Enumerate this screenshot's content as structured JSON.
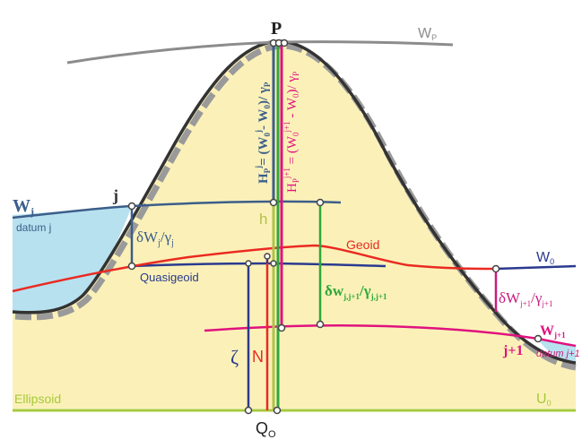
{
  "colors": {
    "terrain": "#fbf1b8",
    "sea": "#b7e1ef",
    "topo": "#333333",
    "topo_shadow": "#9a9a9a",
    "wp": "#8c8c8c",
    "level_j": "#3c5e8a",
    "level_j1": "#e0127f",
    "geoid": "#ea2a22",
    "quasigeoid": "#2b3a8f",
    "ellipsoid": "#a7c93a",
    "green": "#2fa83a",
    "orthometric": "#b0c24a",
    "magenta": "#c81d7d"
  },
  "labels": {
    "P": "P",
    "Wp_main": "W",
    "Wp_sub": "P",
    "Wj_main": "W",
    "Wj_sub": "j",
    "datum_j": "datum j",
    "j": "j",
    "dWj_main": "δW",
    "dWj_sub1": "j",
    "dWj_slash": "/γ",
    "dWj_sub2": "j",
    "h": "h",
    "geoid": "Geoid",
    "W0_main": "W",
    "W0_sub": "0",
    "quasigeoid": "Quasigeoid",
    "dWjj1_main": "δw",
    "dWjj1_sub1": "j,j+1",
    "dWjj1_slash": "/γ",
    "dWjj1_sub2": "j,j+1",
    "dWj1_main": "δW",
    "dWj1_sub1": "j+1",
    "dWj1_slash": "/γ",
    "dWj1_sub2": "j+1",
    "Wj1_main": "W",
    "Wj1_sub": "j+1",
    "j1": "j+1",
    "datum_j1": "datum j+1",
    "zeta": "ζ",
    "N": "N",
    "ellipsoid": "Ellipsoid",
    "U0_main": "U",
    "U0_sub": "0",
    "Q_main": "Q",
    "Q_sub": "O",
    "Hj_H": "H",
    "Hj_sub": "P",
    "Hj_sup": "j",
    "Hj_expr": "= (W",
    "Hj_expr_sub": "0",
    "Hj_expr_sup": "j",
    "Hj_tail": "- W",
    "Hj_tail_sub": "0",
    "Hj_end": ")/ γ",
    "Hj_end_sub": "P",
    "Hj1_H": "H",
    "Hj1_sub": "P",
    "Hj1_sup": "j+1",
    "Hj1_expr": " = (W",
    "Hj1_expr_sub": "0",
    "Hj1_expr_sup": "j+1",
    "Hj1_tail": " - W",
    "Hj1_tail_sub": "0",
    "Hj1_end": ")/ γ",
    "Hj1_end_sub": "P"
  }
}
